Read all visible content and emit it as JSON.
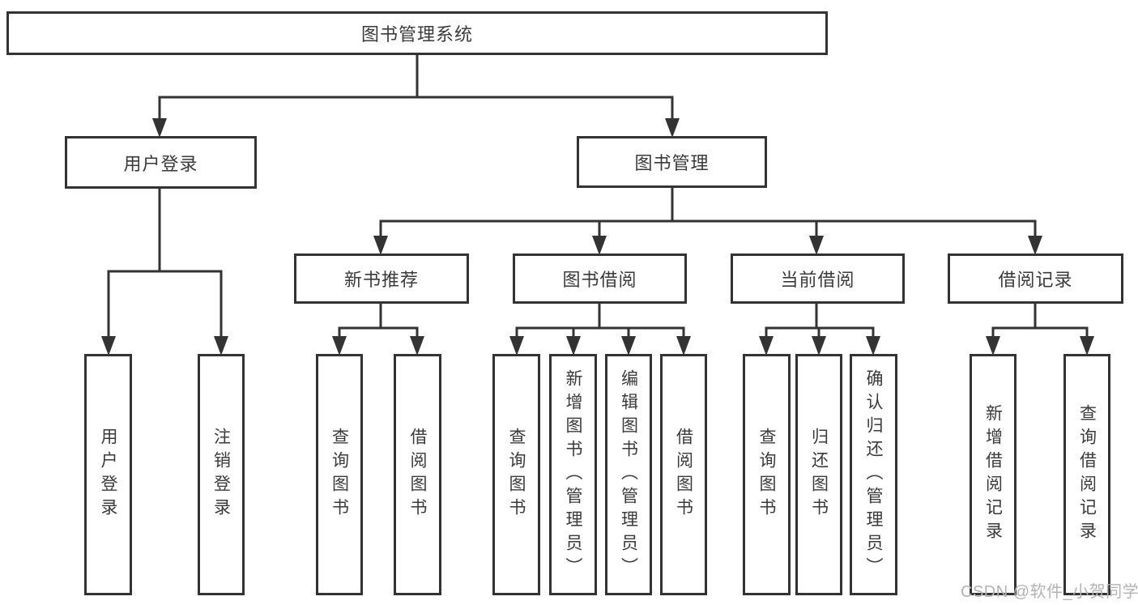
{
  "diagram_title": "图书管理系统",
  "watermark": {
    "text": "CSDN @软件_小贺同学"
  },
  "colors": {
    "background": "#ffffff",
    "box_border": "#333333",
    "connector_line": "#333333",
    "node_text": "#3a3a3a",
    "watermark_text": "#b3b3b3"
  },
  "nodes": {
    "root": {
      "label": "图书管理系统",
      "children": [
        "user_login",
        "book_management"
      ]
    },
    "user_login": {
      "label": "用户登录",
      "children": [
        "login",
        "logout"
      ]
    },
    "book_management": {
      "label": "图书管理",
      "children": [
        "new_book_recommend",
        "book_borrowing",
        "current_borrowing",
        "borrowing_records"
      ]
    },
    "new_book_recommend": {
      "label": "新书推荐",
      "children": [
        "nbr_query_books",
        "nbr_borrow_books"
      ]
    },
    "book_borrowing": {
      "label": "图书借阅",
      "children": [
        "bb_query_books",
        "bb_add_books",
        "bb_edit_books",
        "bb_borrow_books"
      ]
    },
    "current_borrowing": {
      "label": "当前借阅",
      "children": [
        "cb_query_books",
        "cb_return_books",
        "cb_confirm_return"
      ]
    },
    "borrowing_records": {
      "label": "借阅记录",
      "children": [
        "br_add_record",
        "br_query_record"
      ]
    },
    "login": {
      "label": "用户登录"
    },
    "logout": {
      "label": "注销登录"
    },
    "nbr_query_books": {
      "label": "查询图书"
    },
    "nbr_borrow_books": {
      "label": "借阅图书"
    },
    "bb_query_books": {
      "label": "查询图书"
    },
    "bb_add_books": {
      "label": "新增图书（管理员）"
    },
    "bb_edit_books": {
      "label": "编辑图书（管理员）"
    },
    "bb_borrow_books": {
      "label": "借阅图书"
    },
    "cb_query_books": {
      "label": "查询图书"
    },
    "cb_return_books": {
      "label": "归还图书"
    },
    "cb_confirm_return": {
      "label": "确认归还（管理员）"
    },
    "br_add_record": {
      "label": "新增借阅记录"
    },
    "br_query_record": {
      "label": "查询借阅记录"
    }
  }
}
